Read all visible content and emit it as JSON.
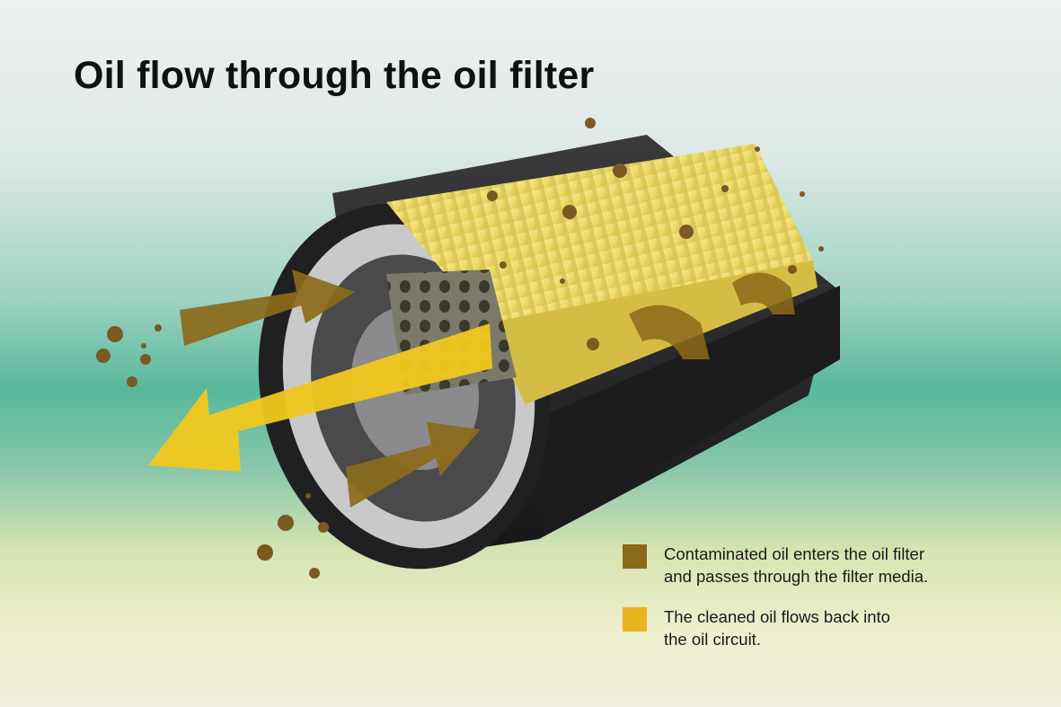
{
  "title": "Oil flow through the oil filter",
  "legend": [
    {
      "color": "#8b6a1a",
      "lines": [
        "Contaminated oil enters the oil filter",
        "and passes through the filter media."
      ]
    },
    {
      "color": "#e8b420",
      "lines": [
        "The cleaned oil flows back into",
        "the oil circuit."
      ]
    }
  ],
  "colors": {
    "contaminated_oil": "#8b6a1a",
    "clean_oil": "#f0c81e",
    "filter_media": "#efe07a",
    "housing": "#2a2a2a",
    "dirt": "#7a5a22"
  }
}
